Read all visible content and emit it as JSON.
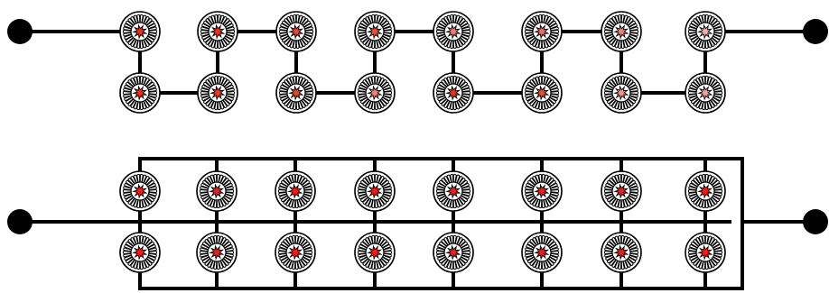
{
  "diagram": {
    "series_string": {
      "bulbs": [
        {
          "fill": "#e8301e"
        },
        {
          "fill": "#e8301e"
        },
        {
          "fill": "#e8452c"
        },
        {
          "fill": "#ea4f33"
        },
        {
          "fill": "#ee7a72"
        },
        {
          "fill": "#ec6d63"
        },
        {
          "fill": "#ee8079"
        },
        {
          "fill": "#f3aeb0"
        }
      ],
      "bottom_bulbs": [
        {
          "fill": "#e8301e"
        },
        {
          "fill": "#e83c24"
        },
        {
          "fill": "#e8452c"
        },
        {
          "fill": "#ee8079"
        },
        {
          "fill": "#e8301e"
        },
        {
          "fill": "#ea4f33"
        },
        {
          "fill": "#f09190"
        },
        {
          "fill": "#f09ea3"
        }
      ]
    },
    "parallel_string": {
      "bulb_fill": "#ee1c1c",
      "columns": 8,
      "rows": 2
    },
    "colors": {
      "wire": "#000000",
      "bulb_outline": "#000000",
      "background": "#ffffff"
    },
    "icons": [
      "terminal-node",
      "light-bulb-icon",
      "wire"
    ]
  }
}
